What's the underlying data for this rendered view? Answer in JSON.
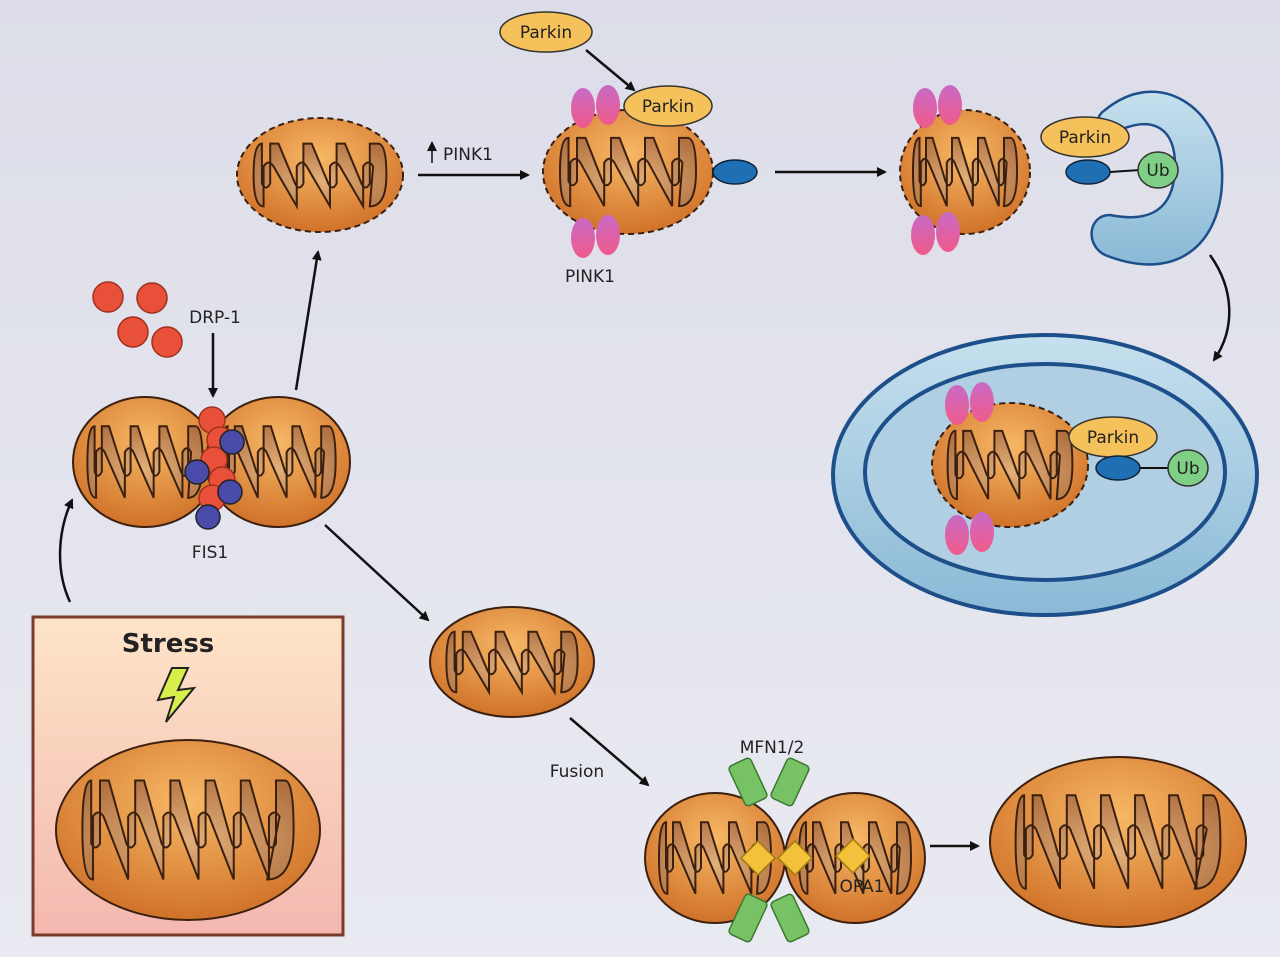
{
  "labels": {
    "parkin": "Parkin",
    "pink1": "PINK1",
    "pink1_up": "PINK1",
    "ub": "Ub",
    "drp1": "DRP-1",
    "fis1": "FIS1",
    "stress": "Stress",
    "fusion": "Fusion",
    "mfn": "MFN1/2",
    "opa1": "OPA1"
  },
  "colors": {
    "mito_outer": "#e08a3c",
    "mito_inner": "#c58a5a",
    "pink1": "#e0508a",
    "parkin": "#f5c15a",
    "ub": "#7fcf86",
    "blue_marker": "#1f6fb5",
    "drp1": "#e8503a",
    "fis1": "#4a4aa8",
    "mfn": "#77c265",
    "opa1": "#f3c13a",
    "phagophore": "#a9cde0",
    "stress_box": "#f6c8b8"
  }
}
